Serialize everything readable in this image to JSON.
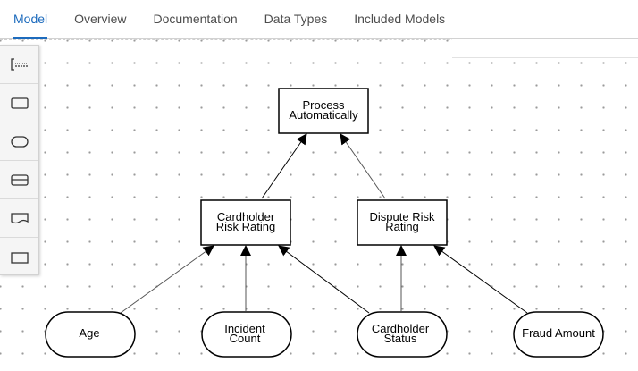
{
  "tabs": [
    {
      "label": "Model",
      "active": true
    },
    {
      "label": "Overview",
      "active": false
    },
    {
      "label": "Documentation",
      "active": false
    },
    {
      "label": "Data Types",
      "active": false
    },
    {
      "label": "Included Models",
      "active": false
    }
  ],
  "palette": [
    {
      "name": "text-annotation-tool",
      "icon": "text-annotation-icon"
    },
    {
      "name": "decision-tool",
      "icon": "decision-icon"
    },
    {
      "name": "input-data-tool",
      "icon": "input-data-icon"
    },
    {
      "name": "business-knowledge-model-tool",
      "icon": "bkm-icon"
    },
    {
      "name": "knowledge-source-tool",
      "icon": "knowledge-source-icon"
    },
    {
      "name": "decision-service-tool",
      "icon": "decision-service-icon"
    }
  ],
  "diagram": {
    "decisions": {
      "process": {
        "line1": "Process",
        "line2": "Automatically"
      },
      "cardholder_risk": {
        "line1": "Cardholder",
        "line2": "Risk Rating"
      },
      "dispute_risk": {
        "line1": "Dispute Risk",
        "line2": "Rating"
      }
    },
    "inputs": {
      "age": {
        "line1": "Age"
      },
      "incident_count": {
        "line1": "Incident",
        "line2": "Count"
      },
      "cardholder_status": {
        "line1": "Cardholder",
        "line2": "Status"
      },
      "fraud_amount": {
        "line1": "Fraud Amount"
      }
    }
  },
  "colors": {
    "accent": "#1d6bbd",
    "node_stroke": "#000000",
    "edge": "#555555"
  }
}
